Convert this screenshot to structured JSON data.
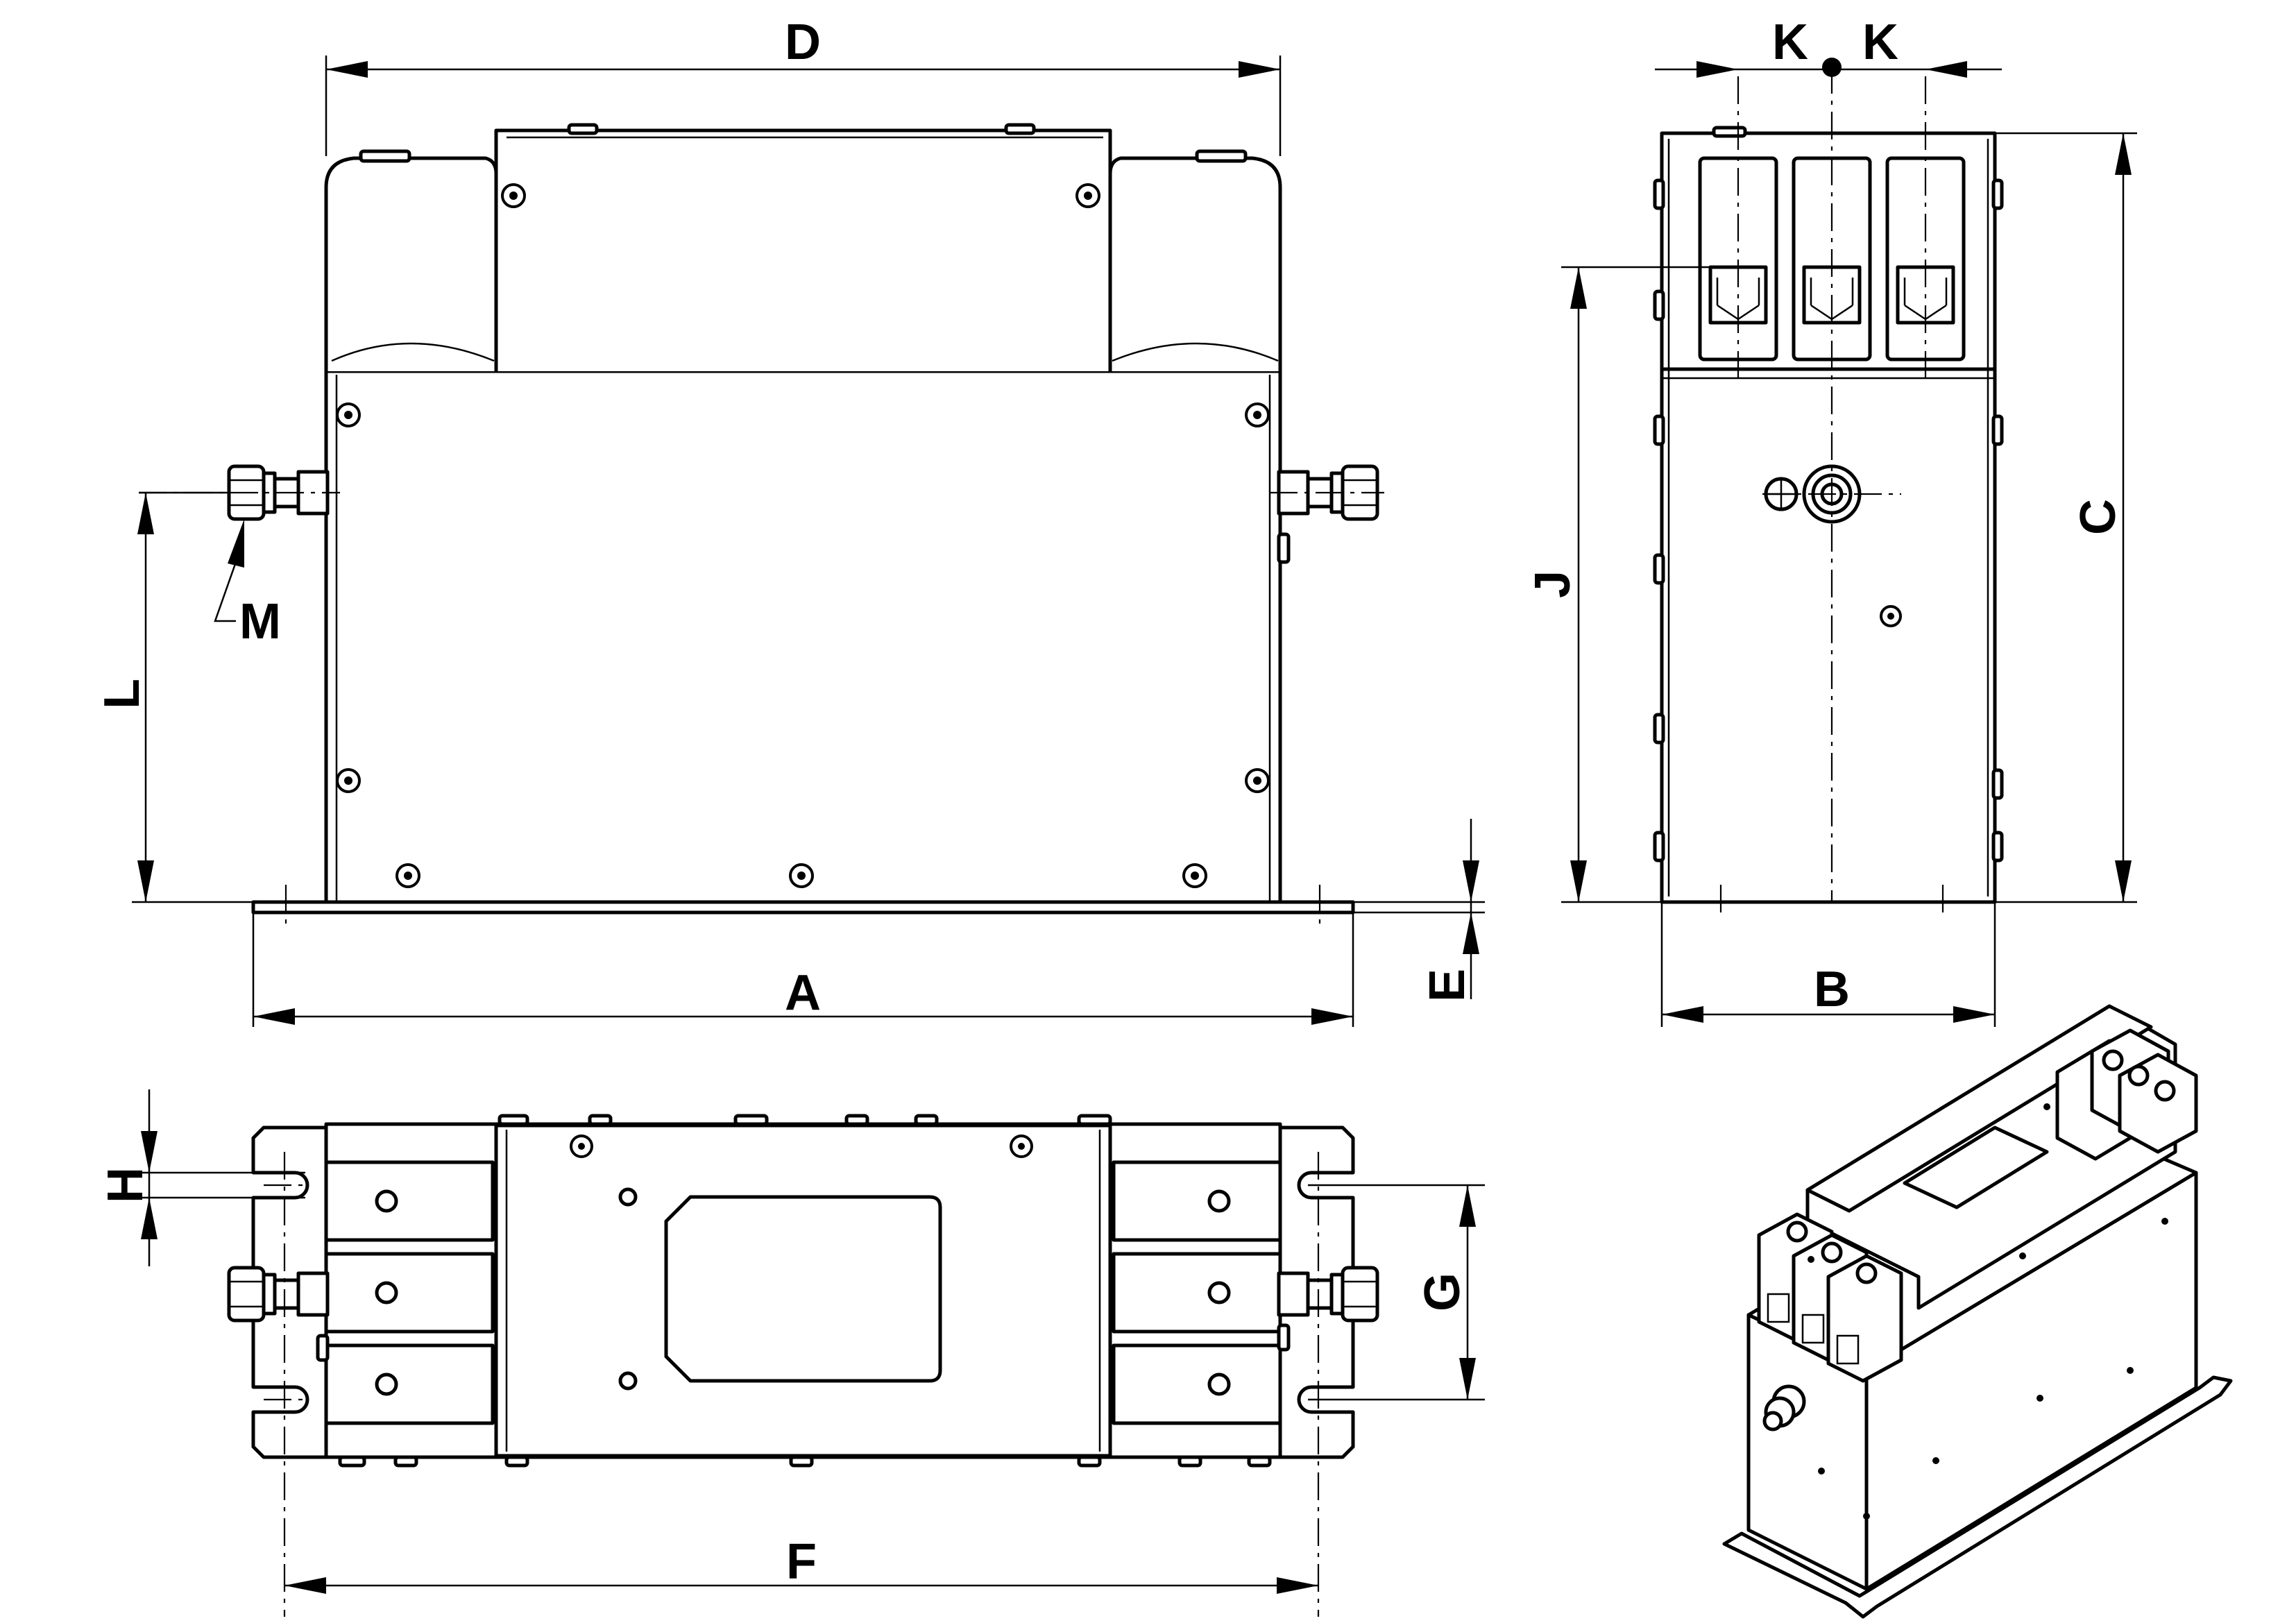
{
  "labels": {
    "A": "A",
    "B": "B",
    "C": "C",
    "D": "D",
    "E": "E",
    "F": "F",
    "G": "G",
    "H": "H",
    "J": "J",
    "K_left": "K",
    "K_right": "K",
    "L": "L",
    "M": "M"
  },
  "colors": {
    "line": "#000000",
    "background": "#ffffff"
  }
}
